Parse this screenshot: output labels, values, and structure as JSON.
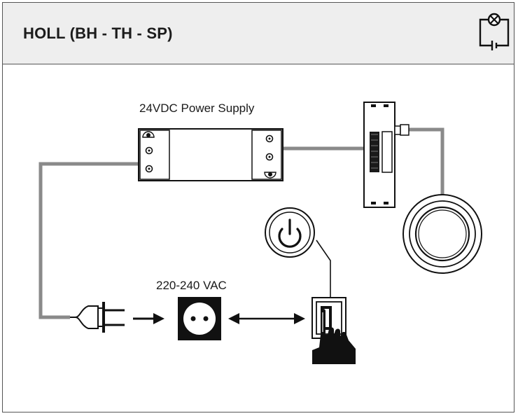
{
  "header": {
    "title": "HOLL (BH - TH - SP)",
    "icon": "circuit-lamp-battery-icon"
  },
  "diagram": {
    "power_supply_label": "24VDC Power Supply",
    "ac_label": "220-240 VAC"
  },
  "colors": {
    "header_bg": "#eeeeee",
    "border": "#555555",
    "cable": "#8a8a8a",
    "ink": "#1a1a1a"
  }
}
